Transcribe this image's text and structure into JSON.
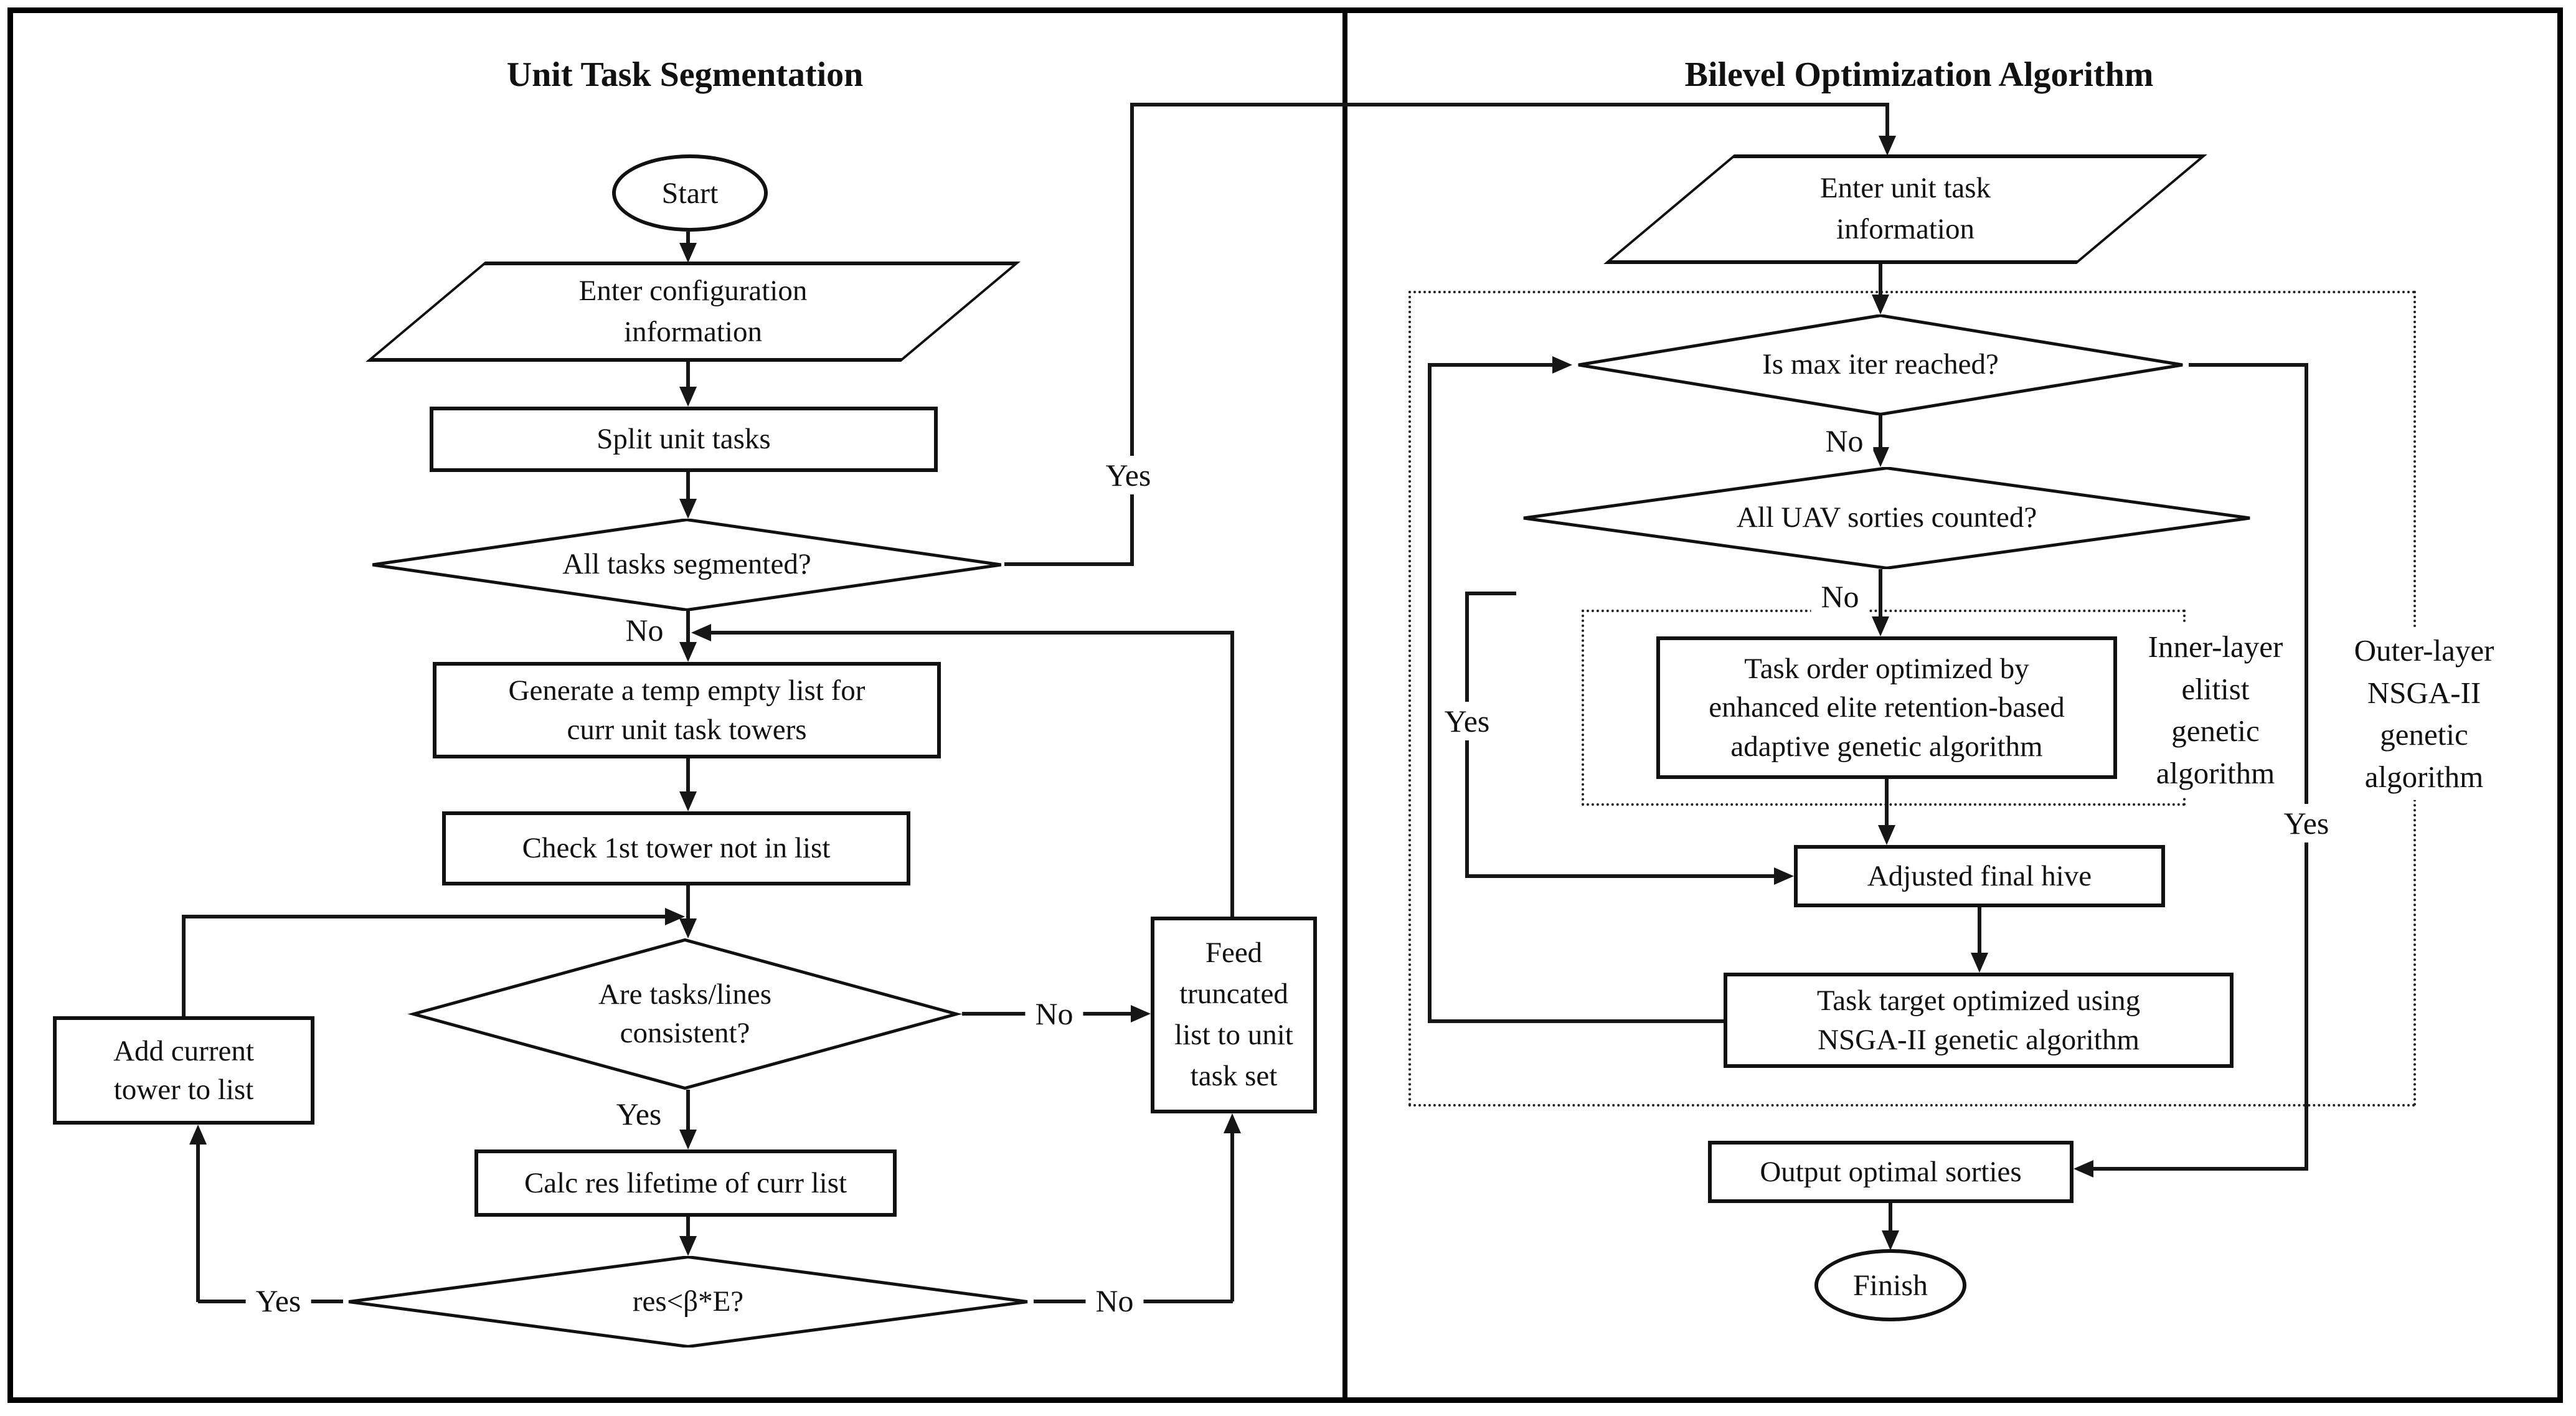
{
  "left_panel": {
    "title": "Unit Task Segmentation",
    "nodes": {
      "start": "Start",
      "enter_config": [
        "Enter configuration",
        "information"
      ],
      "split": "Split unit tasks",
      "segmented_q": "All tasks segmented?",
      "generate": [
        "Generate a temp empty list for",
        "curr unit task towers"
      ],
      "check": "Check 1st tower not in list",
      "consistent_q": [
        "Are tasks/lines",
        "consistent?"
      ],
      "add": [
        "Add current",
        "tower to list"
      ],
      "calc": "Calc res lifetime of curr list",
      "res_q": "res<β*E?",
      "feed": [
        "Feed",
        "truncated",
        "list to unit",
        "task set"
      ]
    },
    "labels": {
      "yes_segmented": "Yes",
      "no_segmented": "No",
      "no_consistent": "No",
      "yes_consistent": "Yes",
      "yes_res": "Yes",
      "no_res": "No"
    }
  },
  "right_panel": {
    "title": "Bilevel Optimization Algorithm",
    "nodes": {
      "enter_info": [
        "Enter unit task",
        "information"
      ],
      "maxiter_q": "Is max iter reached?",
      "uav_q": "All UAV sorties counted?",
      "task_order": [
        "Task order optimized by",
        "enhanced elite retention-based",
        "adaptive genetic algorithm"
      ],
      "adjusted": "Adjusted final hive",
      "task_target": [
        "Task target optimized using",
        "NSGA-II genetic algorithm"
      ],
      "output": "Output optimal sorties",
      "finish": "Finish"
    },
    "labels": {
      "no_maxiter": "No",
      "no_uav": "No",
      "yes_uav": "Yes",
      "yes_maxiter": "Yes"
    },
    "layer_labels": {
      "inner": [
        "Inner-layer",
        "elitist",
        "genetic",
        "algorithm"
      ],
      "outer": [
        "Outer-layer",
        "NSGA-II",
        "genetic",
        "algorithm"
      ]
    }
  }
}
